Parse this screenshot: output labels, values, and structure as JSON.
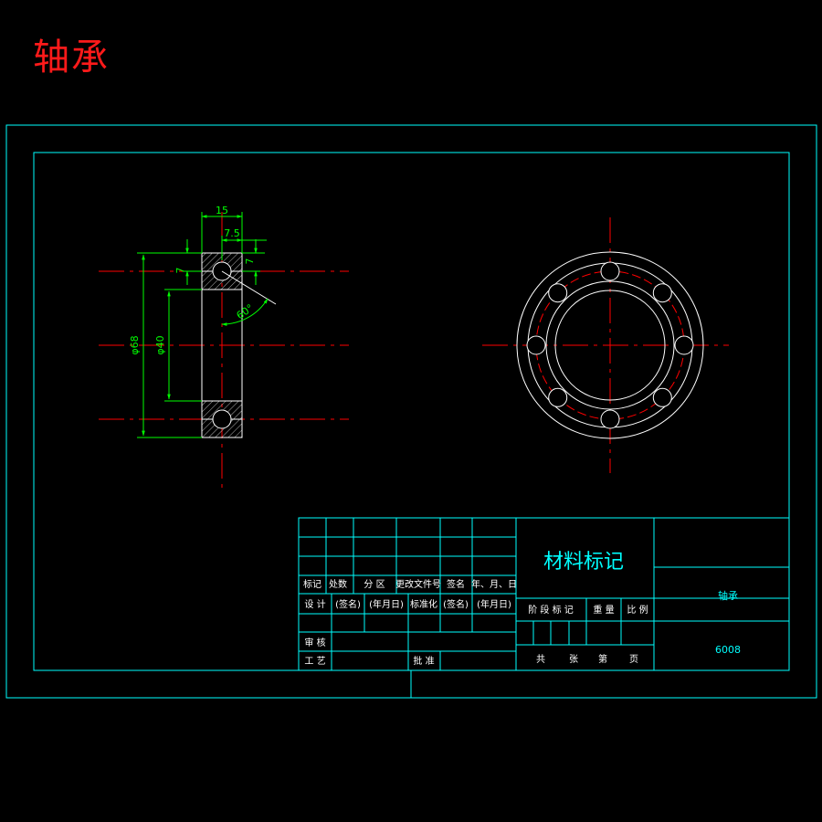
{
  "heading": "轴承",
  "dimensions": {
    "width": "15",
    "half_width": "7.5",
    "upper_left": "7",
    "upper_right": "7",
    "angle": "60°",
    "outer_diameter": "φ68",
    "inner_diameter": "φ40"
  },
  "title_block": {
    "material_mark": "材料标记",
    "part_name": "轴承",
    "part_code": "6008",
    "row_labels": {
      "mark": "标记",
      "quantity": "处数",
      "zone": "分 区",
      "change_doc": "更改文件号",
      "signature": "签名",
      "date": "年、月、日",
      "design": "设 计",
      "sign1": "(签名)",
      "date1": "(年月日)",
      "standardize": "标准化",
      "sign2": "(签名)",
      "date2": "(年月日)",
      "review": "审 核",
      "process": "工 艺",
      "approve": "批 准"
    },
    "stage_labels": {
      "stage_mark": "阶 段 标 记",
      "weight": "重 量",
      "scale": "比 例"
    },
    "sheet_labels": {
      "total": "共",
      "sheets": "张",
      "number": "第",
      "page": "页"
    }
  },
  "colors": {
    "background": "#000000",
    "frame": "#00ffff",
    "dimension": "#00ff00",
    "center_line": "#ff0000",
    "geometry": "#ffffff",
    "heading": "#ff1a1a"
  }
}
